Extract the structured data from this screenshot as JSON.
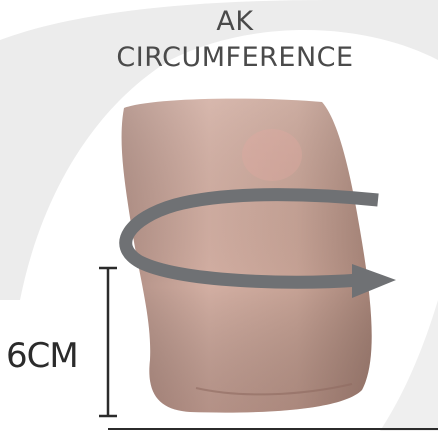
{
  "title": [
    "AK",
    "CIRCUMFERENCE"
  ],
  "measurement": {
    "label": "6CM"
  },
  "colors": {
    "background": "#ffffff",
    "background_band": "#ececec",
    "skin": "#c9a394",
    "arrow": "#6f7174",
    "text": "#3a3a3a"
  },
  "icons": {
    "direction": "circular-arrow-icon"
  }
}
